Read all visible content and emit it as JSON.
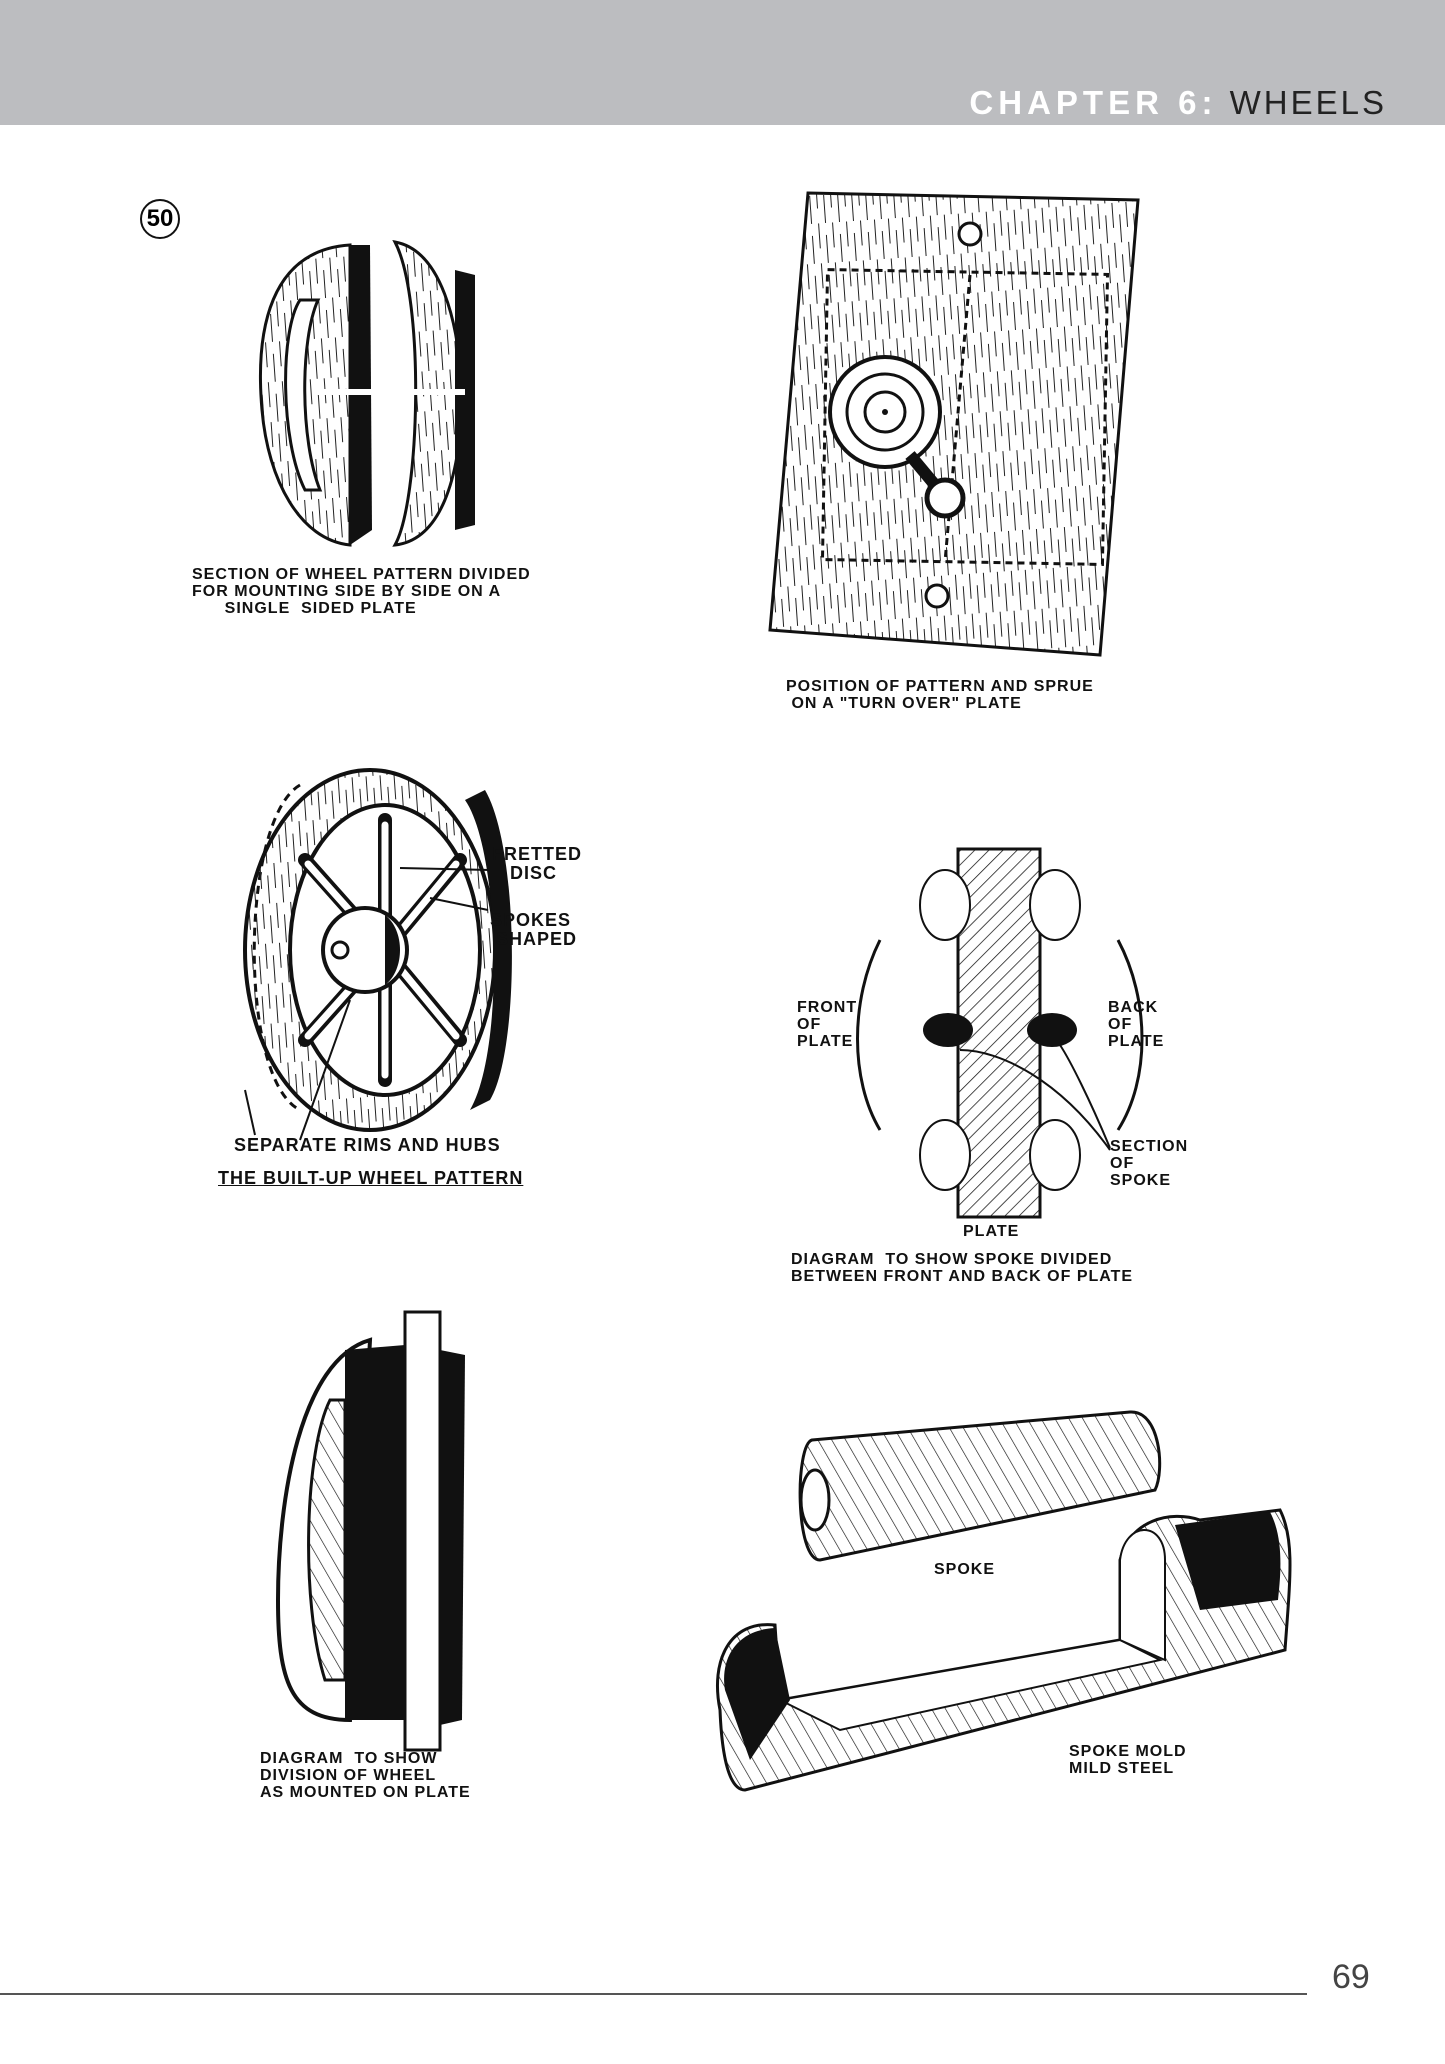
{
  "header": {
    "chapter_label": "CHAPTER 6:",
    "chapter_title": "WHEELS",
    "bg_color": "#bcbdc0"
  },
  "figure_number": "50",
  "figures": {
    "wheel_section": {
      "caption": "SECTION OF WHEEL PATTERN DIVIDED\nFOR MOUNTING SIDE BY SIDE ON A\n      SINGLE  SIDED PLATE"
    },
    "turnover_plate": {
      "caption": "POSITION OF PATTERN AND SPRUE\n ON A \"TURN OVER\" PLATE"
    },
    "built_up": {
      "label_disc": "FRETTED\n   DISC",
      "label_spokes": "SPOKES\n SHAPED",
      "label_rims": "SEPARATE RIMS AND HUBS",
      "title": "THE BUILT-UP WHEEL PATTERN"
    },
    "spoke_diagram": {
      "front": "FRONT\nOF\nPLATE",
      "back": "BACK\nOF\nPLATE",
      "section": "SECTION\nOF\nSPOKE",
      "plate": "PLATE",
      "caption": "DIAGRAM  TO SHOW SPOKE DIVIDED\nBETWEEN FRONT AND BACK OF PLATE"
    },
    "division": {
      "caption": "DIAGRAM  TO SHOW\nDIVISION OF WHEEL\nAS MOUNTED ON PLATE"
    },
    "spoke_mold": {
      "spoke_label": "SPOKE",
      "mold_label": "SPOKE MOLD\nMILD STEEL"
    }
  },
  "page_number": "69"
}
